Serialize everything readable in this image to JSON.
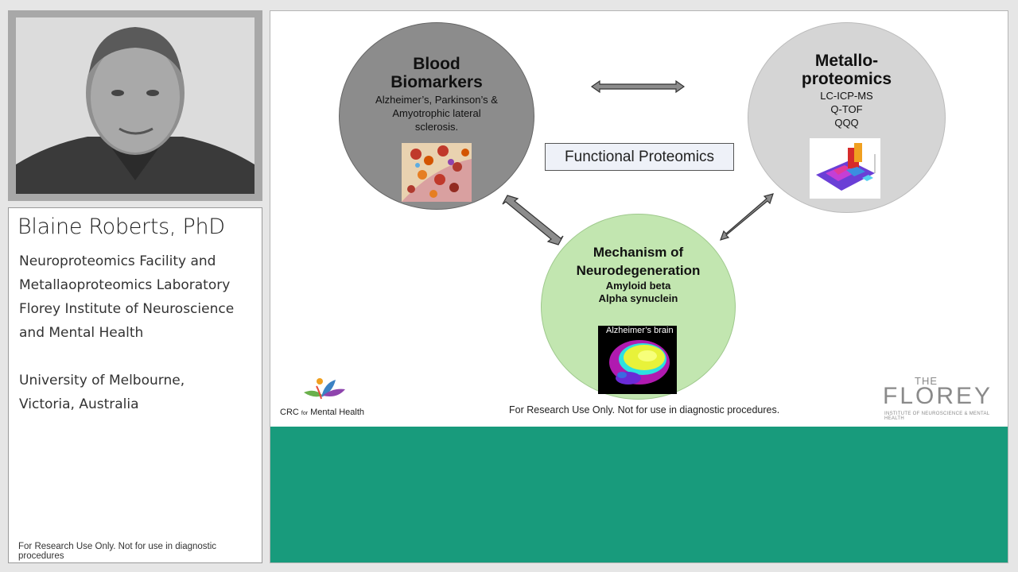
{
  "speaker": {
    "name": "Blaine Roberts, PhD",
    "affiliation": "Neuroproteomics Facility and\nMetallaoproteomics Laboratory\nFlorey Institute of Neuroscience\nand Mental Health",
    "university": "University of Melbourne,\nVictoria, Australia",
    "disclaimer": "For Research Use Only. Not for use in diagnostic procedures"
  },
  "slide": {
    "blood": {
      "title_line1": "Blood",
      "title_line2": "Biomarkers",
      "sub_line1": "Alzheimer’s, Parkinson’s &",
      "sub_line2": "Amyotrophic lateral",
      "sub_line3": "sclerosis."
    },
    "metallo": {
      "title_line1": "Metallo-",
      "title_line2": "proteomics",
      "item1": "LC-ICP-MS",
      "item2": "Q-TOF",
      "item3": "QQQ"
    },
    "mechanism": {
      "title_line1": "Mechanism of",
      "title_line2": "Neurodegeneration",
      "item1": "Amyloid beta",
      "item2": "Alpha synuclein",
      "image_label": "Alzheimer’s brain"
    },
    "center_box": "Functional Proteomics",
    "disclaimer": "For Research Use Only. Not for use in diagnostic procedures.",
    "logo_crc_main": "CRC",
    "logo_crc_small": "for",
    "logo_crc_rest": "Mental Health",
    "logo_florey_the": "THE",
    "logo_florey_name": "FLOREY",
    "logo_florey_sub": "INSTITUTE OF NEUROSCIENCE & MENTAL HEALTH"
  },
  "colors": {
    "band": "#189b7c",
    "blood_circle": "#8c8c8c",
    "metallo_circle": "#d5d5d5",
    "mechanism_circle": "#c2e6b0"
  }
}
